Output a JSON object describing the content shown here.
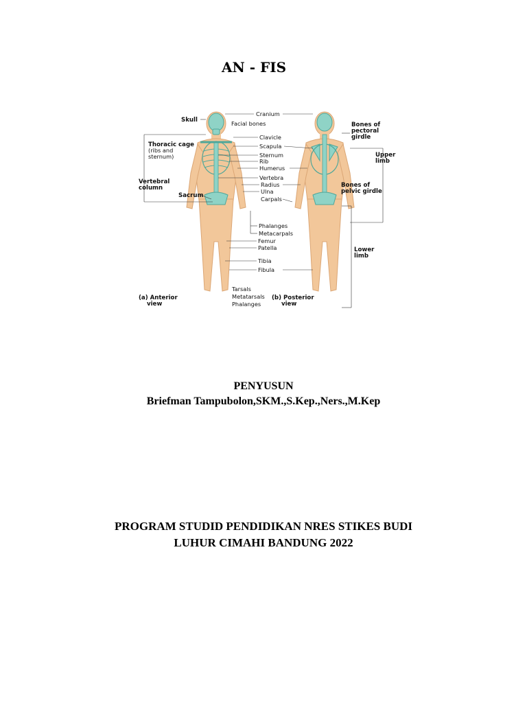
{
  "document": {
    "title": "AN - FIS",
    "author_heading": "PENYUSUN",
    "author_name": "Briefman Tampubolon,SKM.,S.Kep.,Ners.,M.Kep",
    "program_line1": "PROGRAM STUDID PENDIDIKAN NRES STIKES BUDI",
    "program_line2": "LUHUR CIMAHI BANDUNG 2022"
  },
  "figure": {
    "left_labels": {
      "skull": "Skull",
      "thoracic_cage": "Thoracic cage",
      "thoracic_note1": "(ribs and",
      "thoracic_note2": "sternum)",
      "vertebral1": "Vertebral",
      "vertebral2": "column",
      "sacrum": "Sacrum"
    },
    "center_labels": {
      "cranium": "Cranium",
      "facial": "Facial bones",
      "clavicle": "Clavicle",
      "scapula": "Scapula",
      "sternum": "Sternum",
      "rib": "Rib",
      "humerus": "Humerus",
      "vertebra": "Vertebra",
      "radius": "Radius",
      "ulna": "Ulna",
      "carpals": "Carpals",
      "phalanges_hand": "Phalanges",
      "metacarpals": "Metacarpals",
      "femur": "Femur",
      "patella": "Patella",
      "tibia": "Tibia",
      "fibula": "Fibula",
      "tarsals": "Tarsals",
      "metatarsals": "Metatarsals",
      "phalanges_foot": "Phalanges"
    },
    "right_labels": {
      "pectoral1": "Bones of",
      "pectoral2": "pectoral",
      "pectoral3": "girdle",
      "upper1": "Upper",
      "upper2": "limb",
      "pelvic1": "Bones of",
      "pelvic2": "pelvic girdle",
      "lower1": "Lower",
      "lower2": "limb"
    },
    "views": {
      "anterior1": "(a) Anterior",
      "anterior2": "view",
      "posterior1": "(b) Posterior",
      "posterior2": "view"
    },
    "colors": {
      "skin": "#f2c79a",
      "skin_shadow": "#dba675",
      "bone": "#8fd3c6",
      "bone_dark": "#4fa79a"
    }
  }
}
